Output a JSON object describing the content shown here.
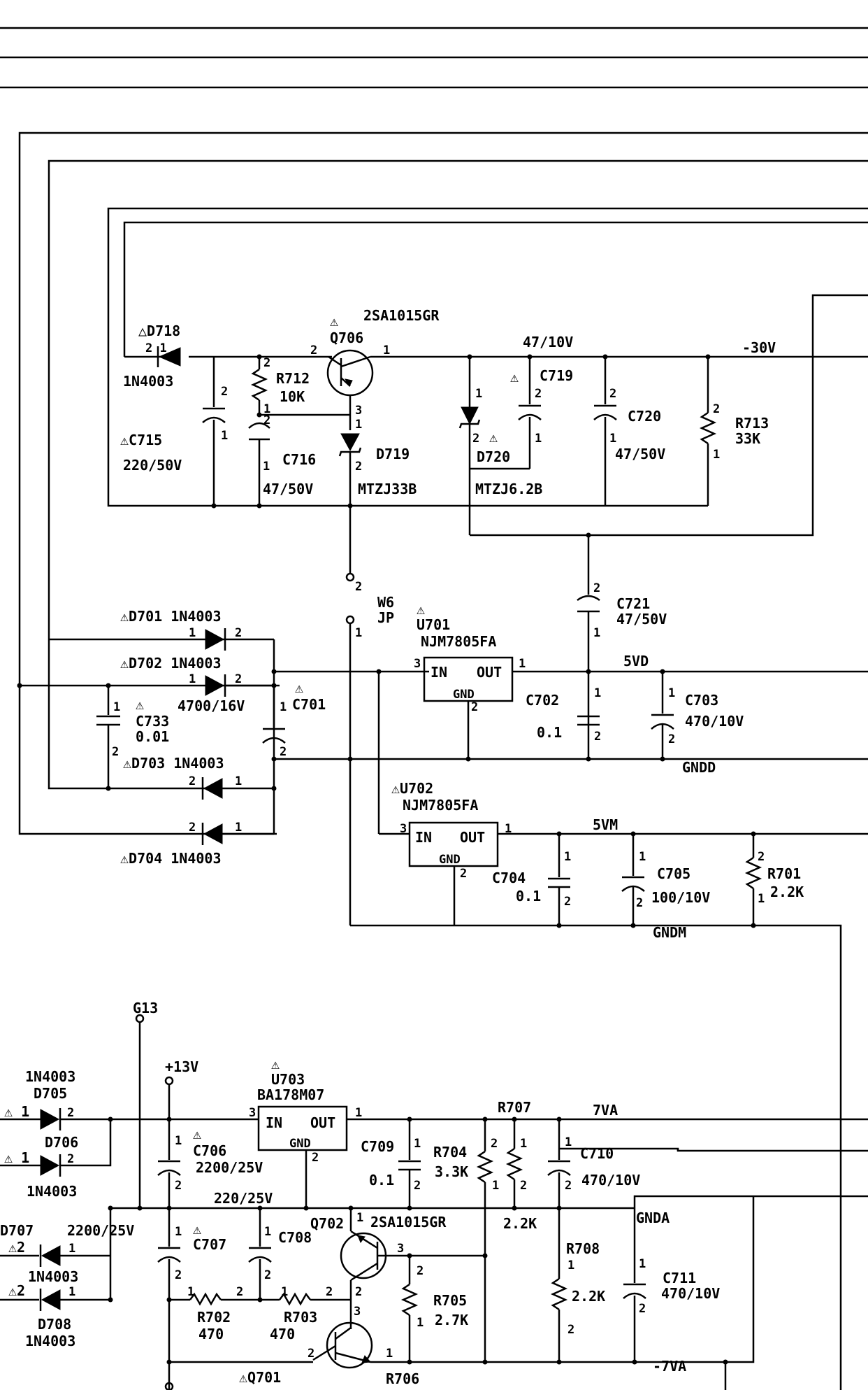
{
  "labels": {
    "d718": "△D718",
    "d718_pins": "2   1",
    "d718_part": "1N4003",
    "q706": "Q706",
    "q706_part": "2SA1015GR",
    "q706_warn": "⚠",
    "c715": "⚠C715",
    "c715_val": "220/50V",
    "r712": "R712",
    "r712_val": "10K",
    "c716": "C716",
    "c716_val": "47/50V",
    "d719": "D719",
    "d719_part": "MTZJ33B",
    "c719": "C719",
    "c719_warn": "⚠",
    "d720": "D720",
    "d720_part": "MTZJ6.2B",
    "d720_warn": "⚠",
    "c720": "C720",
    "c720_val": "47/50V",
    "net_4710": "47/10V",
    "r713": "R713",
    "r713_val": "33K",
    "net_m30": "-30V",
    "w6": "W6",
    "jp": "JP",
    "u701": "U701",
    "u701_part": "NJM7805FA",
    "u701_warn": "⚠",
    "reg_in": "IN",
    "reg_out": "OUT",
    "reg_gnd": "GND",
    "c721": "C721",
    "c721_val": "47/50V",
    "d701": "⚠D701 1N4003",
    "d702": "⚠D702  1N4003",
    "c733": "C733",
    "c733_val": "0.01",
    "c733_warn": "⚠",
    "c701": "C701",
    "c701_val": "4700/16V",
    "c701_warn": "⚠",
    "d703": "⚠D703 1N4003",
    "d704": "⚠D704 1N4003",
    "net_5vd": "5VD",
    "c702": "C702",
    "c702_val": "0.1",
    "c703": "C703",
    "c703_val": "470/10V",
    "net_gndd": "GNDD",
    "u702": "⚠U702",
    "u702_part": "NJM7805FA",
    "net_5vm": "5VM",
    "c704": "C704",
    "c704_val": "0.1",
    "c705": "C705",
    "c705_val": "100/10V",
    "r701": "R701",
    "r701_val": "2.2K",
    "net_gndm": "GNDM",
    "g13": "G13",
    "net_13v": "+13V",
    "d705_part": "1N4003",
    "d705": "D705",
    "d706": "D706",
    "d706_part": "1N4003",
    "u703": "U703",
    "u703_part": "BA178M07",
    "u703_warn": "⚠",
    "c706": "C706",
    "c706_val": "2200/25V",
    "c706_warn": "⚠",
    "r707": "R707",
    "r707_val": "2.2K",
    "net_7va": "7VA",
    "c709": "C709",
    "c709_val": "0.1",
    "r704": "R704",
    "r704_val": "3.3K",
    "c710": "C710",
    "c710_val": "470/10V",
    "net_22025": "220/25V",
    "q702": "Q702",
    "q702_part": "2SA1015GR",
    "net_gnda": "GNDA",
    "d707": "D707",
    "d707_val": "2200/25V",
    "c707": "C707",
    "c707_warn": "⚠",
    "c708": "C708",
    "d707_part": "1N4003",
    "r708": "R708",
    "r708_val": "2.2K",
    "c711": "C711",
    "c711_val": "470/10V",
    "r702": "R702",
    "r702_val": "470",
    "r703": "R703",
    "r703_val": "470",
    "r705": "R705",
    "r705_val": "2.7K",
    "d708": "D708",
    "d708_part": "1N4003",
    "q701": "⚠Q701",
    "r706": "R706",
    "net_m7va": "-7VA"
  }
}
